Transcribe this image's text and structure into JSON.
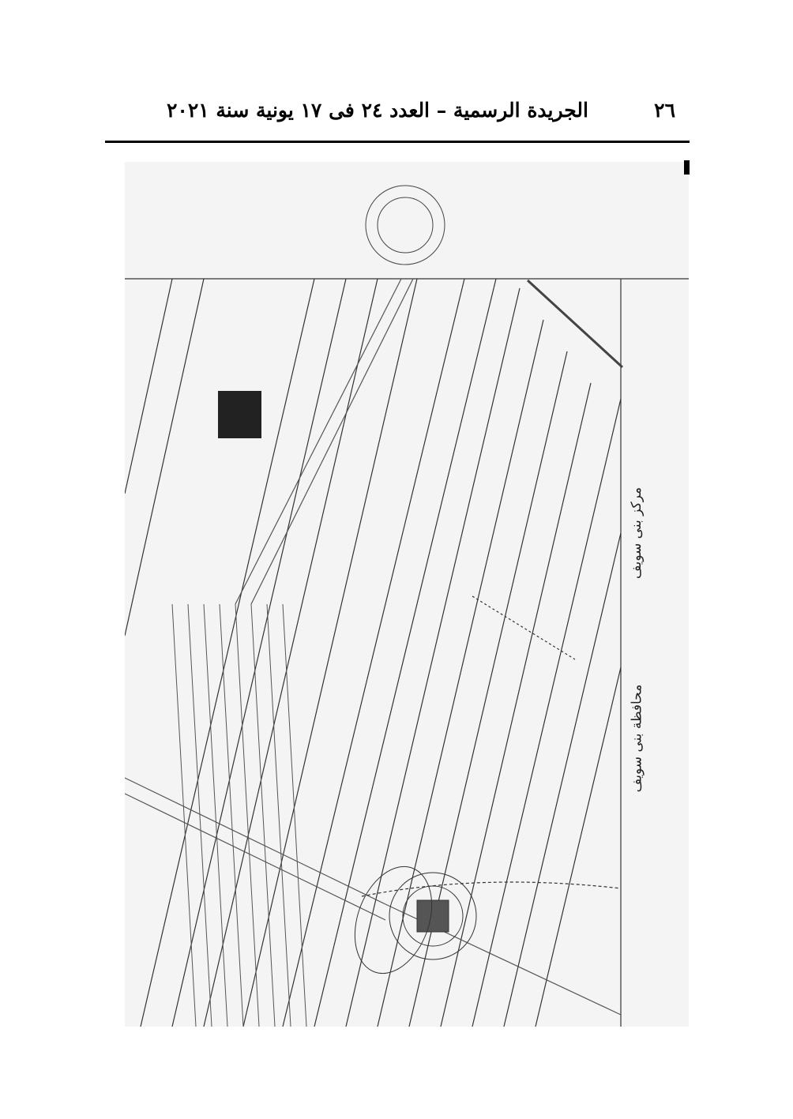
{
  "header": {
    "page_number": "٢٦",
    "title": "الجريدة الرسمية – العدد ٢٤ فى ١٧ يونية سنة ٢٠٢١"
  },
  "map": {
    "governorate_label": "محافظة بنى سويف",
    "district_label": "مركز بنى سويف"
  }
}
